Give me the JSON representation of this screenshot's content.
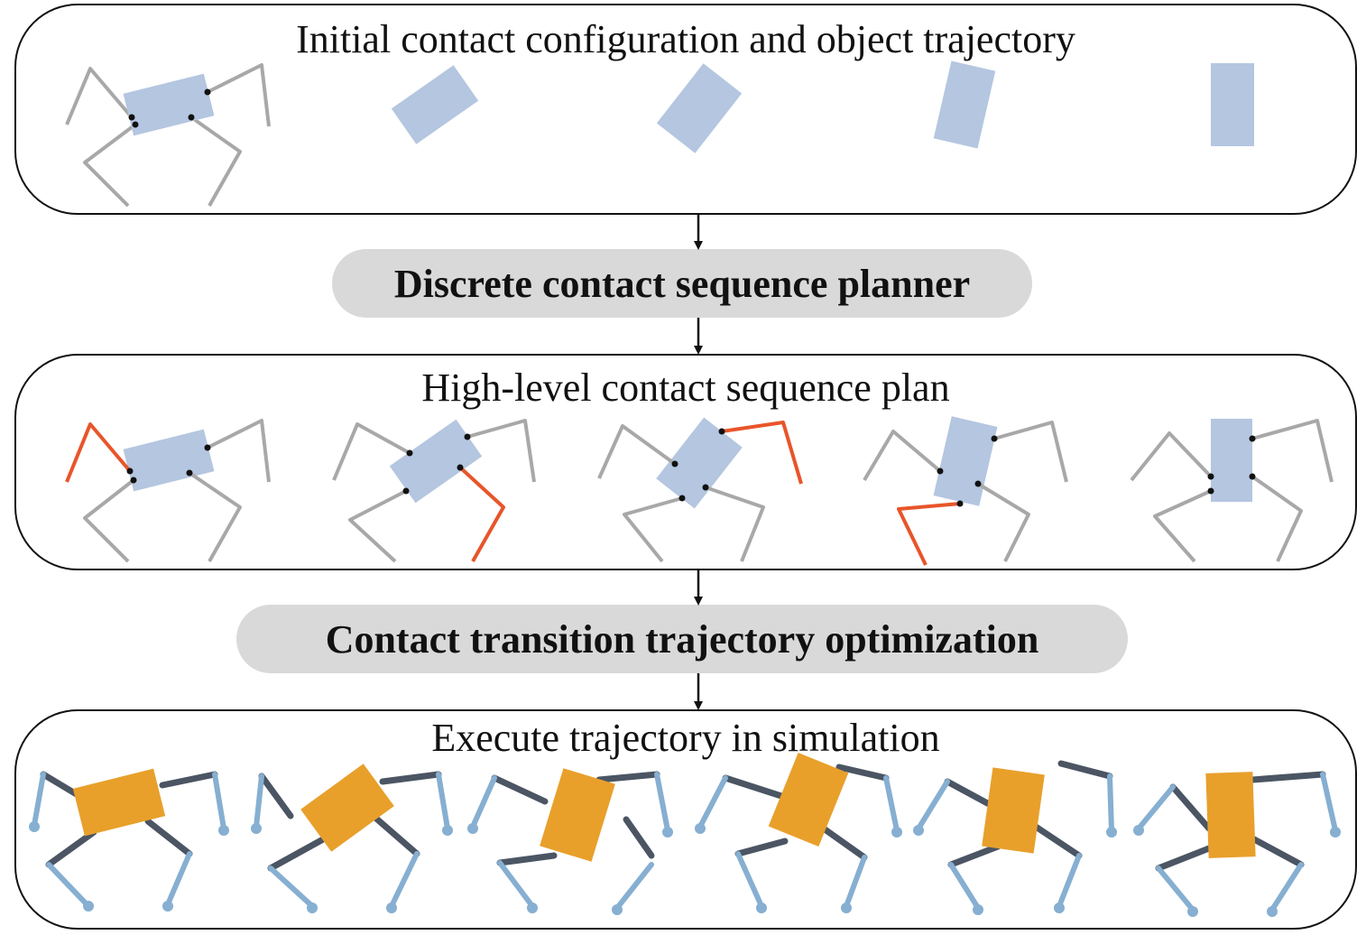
{
  "panels": {
    "initial_title": "Initial contact configuration and object trajectory",
    "plan_title": "High-level contact sequence plan",
    "execute_title": "Execute trajectory in simulation"
  },
  "stages": {
    "planner": "Discrete contact sequence planner",
    "optimization": "Contact transition trajectory optimization"
  },
  "colors": {
    "object_planned": "#b4c6e0",
    "leg_inactive": "#a8a8a8",
    "leg_moving": "#e8552a",
    "contact_point": "#111111",
    "object_sim": "#e8a02b",
    "link_dark": "#4b5563",
    "link_light": "#86afd1",
    "stage_bg": "#d9d9d9"
  }
}
